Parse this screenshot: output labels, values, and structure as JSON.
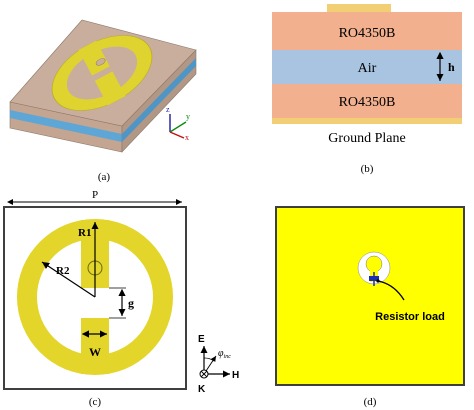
{
  "colors": {
    "yellow": "#ffff00",
    "gold": "#ddd22c",
    "ro4350b": "#f2b08e",
    "air": "#a8c4e0",
    "copper": "#f2cf74",
    "frame": "#3f3f3f",
    "substrate_side_blue": "#5ea6d6"
  },
  "panel_a": {
    "caption": "(a)",
    "axis_labels": {
      "z": "z",
      "y": "y",
      "x": "x"
    }
  },
  "panel_b": {
    "caption": "(b)",
    "top_layer": "RO4350B",
    "middle_layer": "Air",
    "bottom_layer": "RO4350B",
    "gap_label": "h",
    "ground_label": "Ground Plane"
  },
  "panel_c": {
    "caption": "(c)",
    "period_label": "P",
    "r1_label": "R1",
    "r2_label": "R2",
    "g_label": "g",
    "w_label": "W",
    "e_label": "E",
    "k_label": "K",
    "h_label": "H",
    "phi_label": "φ",
    "phi_sub": "inc"
  },
  "panel_d": {
    "caption": "(d)",
    "resistor_label": "Resistor load"
  }
}
